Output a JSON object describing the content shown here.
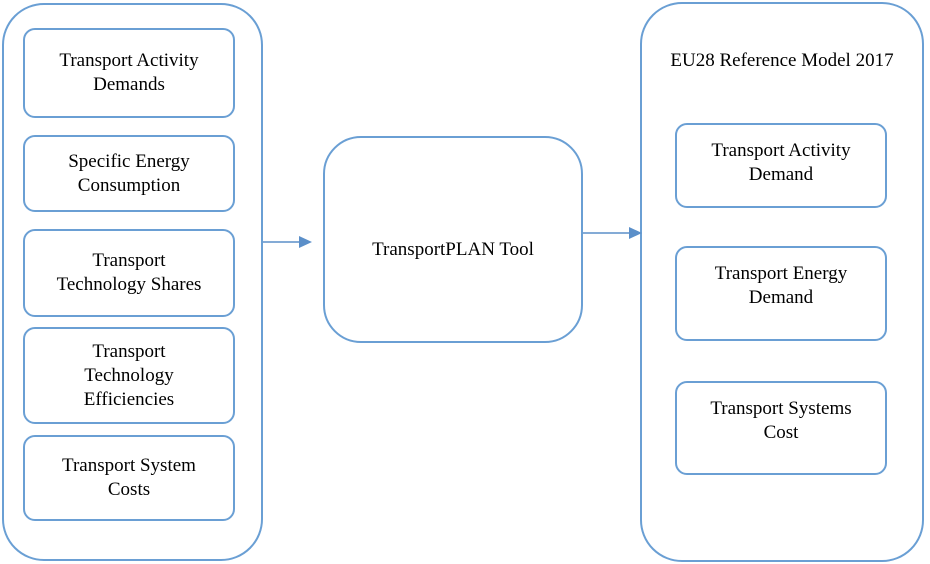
{
  "inputs": {
    "items": [
      {
        "label": "Transport Activity\nDemands"
      },
      {
        "label": "Specific Energy\nConsumption"
      },
      {
        "label": "Transport\nTechnology Shares"
      },
      {
        "label": "Transport\nTechnology\nEfficiencies"
      },
      {
        "label": "Transport System\nCosts"
      }
    ]
  },
  "tool": {
    "label": "TransportPLAN Tool"
  },
  "outputs": {
    "title": "EU28 Reference Model 2017",
    "items": [
      {
        "label": "Transport Activity\nDemand"
      },
      {
        "label": "Transport Energy\nDemand"
      },
      {
        "label": "Transport Systems\nCost"
      }
    ]
  },
  "colors": {
    "border": "#6a9fd4",
    "arrow": "#5b8fc9"
  }
}
